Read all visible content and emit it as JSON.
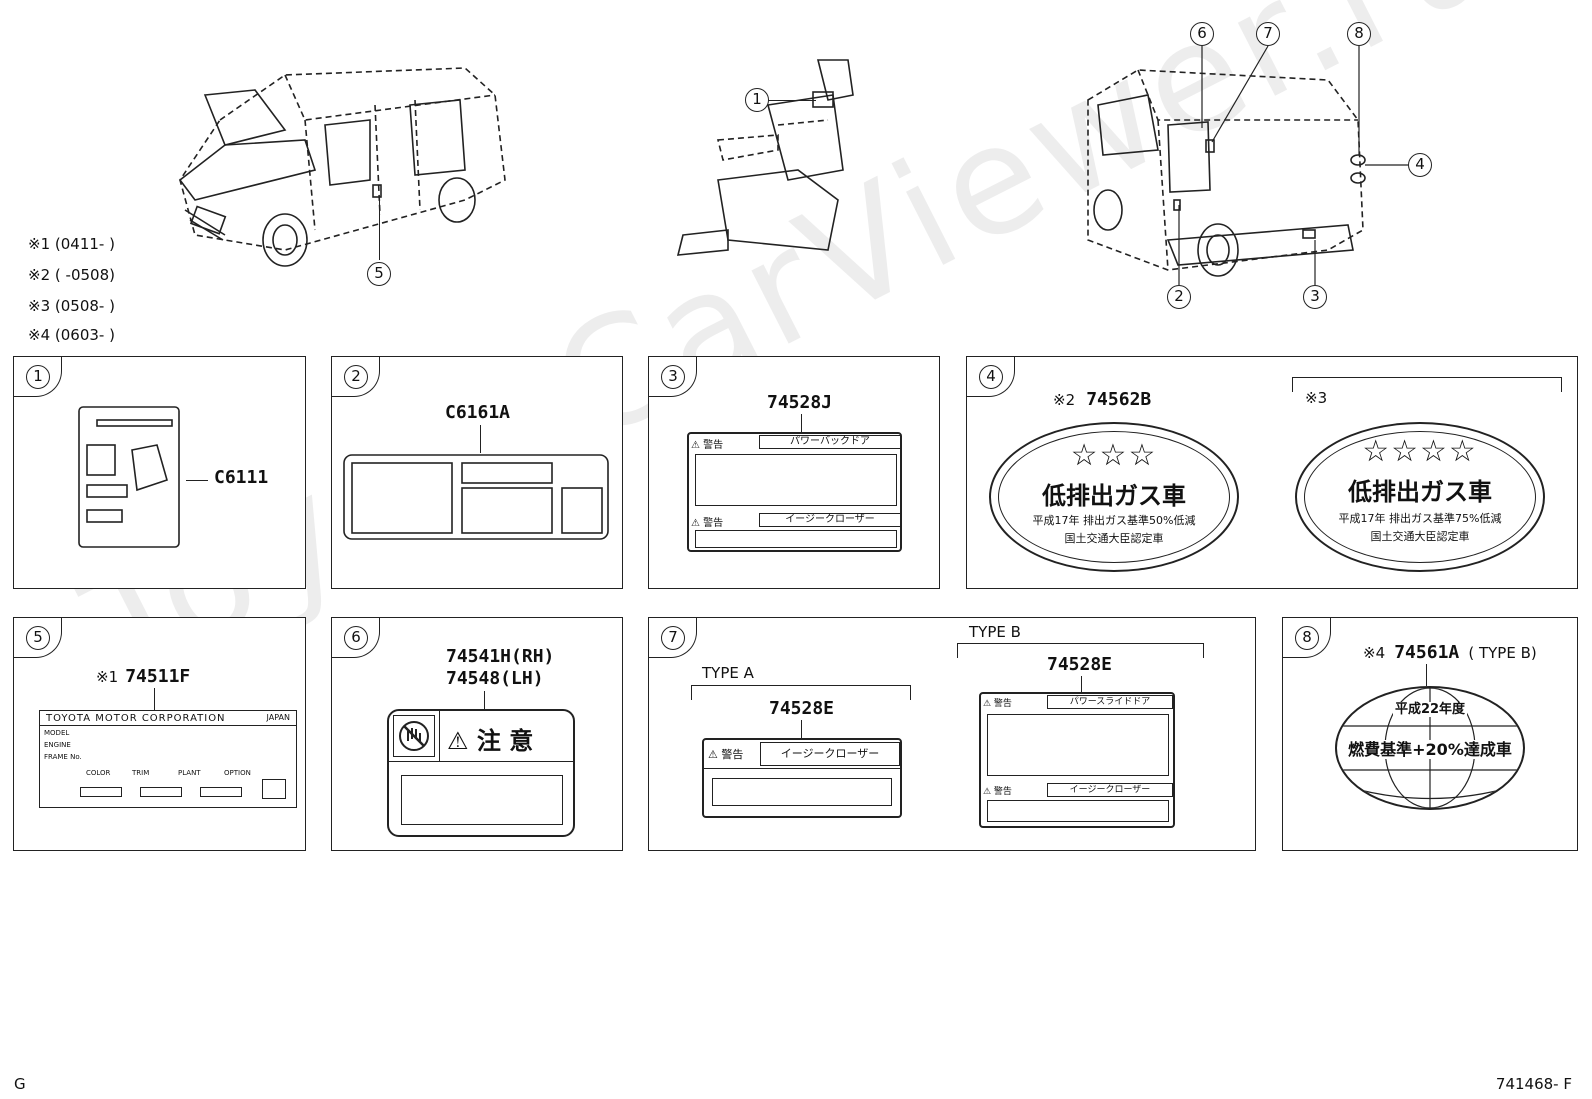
{
  "notes": [
    {
      "mark": "※1",
      "range": "(0411-      )"
    },
    {
      "mark": "※2",
      "range": "(      -0508)"
    },
    {
      "mark": "※3",
      "range": "(0508-      )"
    },
    {
      "mark": "※4",
      "range": "(0603-      )"
    }
  ],
  "callouts": [
    "1",
    "2",
    "3",
    "4",
    "5",
    "6",
    "7",
    "8"
  ],
  "panels": {
    "p1": {
      "num": "1",
      "part": "C6111"
    },
    "p2": {
      "num": "2",
      "part": "C6161A"
    },
    "p3": {
      "num": "3",
      "part": "74528J",
      "warn": "⚠ 警告",
      "title1": "パワーバックドア",
      "warn2": "⚠ 警告",
      "title2": "イージークローザー"
    },
    "p4": {
      "num": "4",
      "mark_a": "※2",
      "part_a": "74562B",
      "mark_b": "※3",
      "stars_a": 3,
      "stars_b": 4,
      "label_main": "低排出ガス車",
      "label_a1": "平成17年 排出ガス基準50%低減",
      "label_a2": "国土交通大臣認定車",
      "label_b1": "平成17年 排出ガス基準75%低減",
      "label_b2": "国土交通大臣認定車"
    },
    "p5": {
      "num": "5",
      "mark": "※1",
      "part": "74511F",
      "plate_title": "TOYOTA MOTOR CORPORATION",
      "plate_country": "JAPAN",
      "rows": [
        "MODEL",
        "ENGINE",
        "FRAME No."
      ],
      "cols": [
        "COLOR",
        "TRIM",
        "PLANT",
        "OPTION"
      ]
    },
    "p6": {
      "num": "6",
      "part_rh": "74541H(RH)",
      "part_lh": "74548(LH)",
      "caution": "注 意"
    },
    "p7": {
      "num": "7",
      "type_a": "TYPE A",
      "type_b": "TYPE B",
      "part_a": "74528E",
      "part_b": "74528E",
      "warn": "⚠ 警告",
      "title_a": "イージークローザー",
      "title_b1": "パワースライドドア",
      "title_b2": "イージークローザー"
    },
    "p8": {
      "num": "8",
      "mark": "※4",
      "part": "74561A",
      "type": "( TYPE B)",
      "line1": "平成22年度",
      "line2": "燃費基準+20%達成車"
    }
  },
  "footer": {
    "left": "G",
    "right": "741468- F"
  },
  "watermark": "ToyotaCarViewer.ru"
}
